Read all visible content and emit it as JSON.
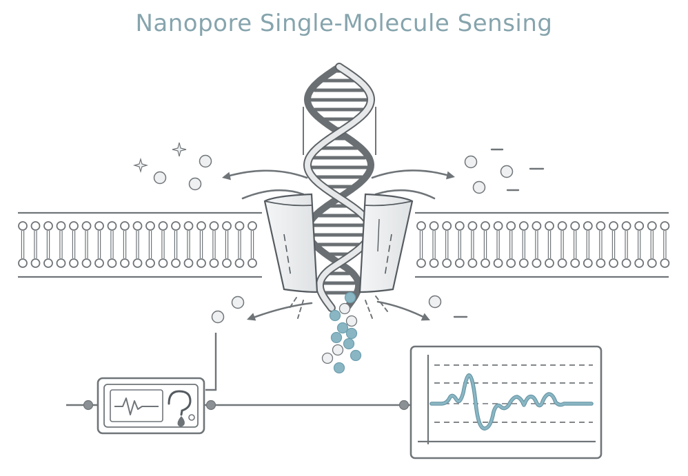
{
  "title": "Nanopore Single-Molecule Sensing",
  "colors": {
    "title": "#86a4ad",
    "line": "#6f7478",
    "dark_line": "#555b60",
    "fill_light": "#eef0f1",
    "dna_dark": "#6a6f73",
    "dna_light": "#e6e8e9",
    "teal": "#8ab6c4",
    "signal": "#8ab6c4"
  },
  "icons": {
    "membrane": "lipid-bilayer",
    "pore": "nanopore-channel",
    "molecule": "dna-double-helix",
    "amplifier": "amplifier-box",
    "monitor": "current-signal-monitor",
    "cation": "plus-ion",
    "anion": "minus-ion"
  }
}
